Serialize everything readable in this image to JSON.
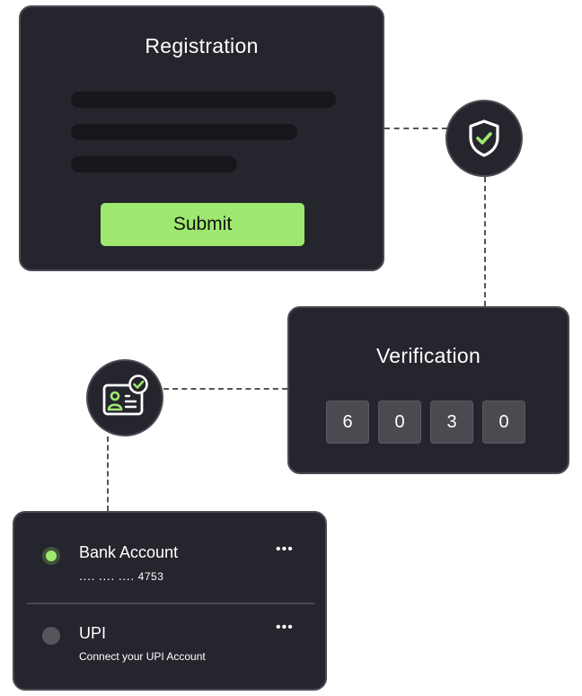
{
  "registration": {
    "title": "Registration",
    "submit_label": "Submit"
  },
  "verification": {
    "title": "Verification",
    "otp_digits": [
      "6",
      "0",
      "3",
      "0"
    ]
  },
  "accounts": {
    "items": [
      {
        "title": "Bank Account",
        "subtitle": "․․․․ ․․․․ ․․․․ 4753",
        "selected": true,
        "more": "•••"
      },
      {
        "title": "UPI",
        "subtitle": "Connect your UPI Account",
        "selected": false,
        "more": "•••"
      }
    ]
  },
  "icons": {
    "verification_badge": "shield-check-icon",
    "identity_badge": "id-card-check-icon"
  },
  "colors": {
    "card_bg": "#25262d",
    "accent": "#9fe870",
    "border": "#4a4b52"
  }
}
